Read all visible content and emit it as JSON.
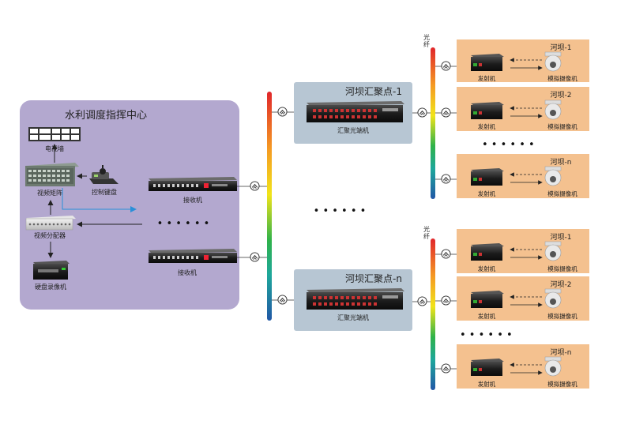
{
  "control_center": {
    "title": "水利调度指挥中心",
    "video_wall": "电视墙",
    "video_matrix": "视频矩阵",
    "control_keyboard": "控制键盘",
    "video_distributor": "视频分配器",
    "dvr": "硬盘录像机",
    "receiver_1": "接收机",
    "receiver_2": "接收机",
    "ellipsis": "• • • • • •"
  },
  "aggregation_points": [
    {
      "title": "河坝汇聚点-1",
      "device": "汇聚光端机"
    },
    {
      "title": "河坝汇聚点-n",
      "device": "汇聚光端机"
    }
  ],
  "middle_ellipsis": "• • • • • •",
  "fiber_label": "光纤",
  "dam_groups": [
    {
      "fiber_label": "光纤",
      "dams": [
        {
          "name": "河坝-1",
          "transmitter": "发射机",
          "camera": "模拟摄像机"
        },
        {
          "name": "河坝-2",
          "transmitter": "发射机",
          "camera": "模拟摄像机"
        },
        {
          "name": "河坝-n",
          "transmitter": "发射机",
          "camera": "模拟摄像机"
        }
      ],
      "ellipsis": "• • • • • •"
    },
    {
      "fiber_label": "光纤",
      "dams": [
        {
          "name": "河坝-1",
          "transmitter": "发射机",
          "camera": "模拟摄像机"
        },
        {
          "name": "河坝-2",
          "transmitter": "发射机",
          "camera": "模拟摄像机"
        },
        {
          "name": "河坝-n",
          "transmitter": "发射机",
          "camera": "模拟摄像机"
        }
      ],
      "ellipsis": "• • • • • •"
    }
  ],
  "colors": {
    "center_bg": "#b3a8cf",
    "aggregation_bg": "#b7c6d3",
    "dam_bg": "#f4c18f",
    "fiber_top": "#e0262b",
    "fiber_mid": "#f1e41a",
    "fiber_green": "#2fb24a",
    "fiber_bottom": "#2157a6",
    "blue_line": "#2a8fd8"
  }
}
